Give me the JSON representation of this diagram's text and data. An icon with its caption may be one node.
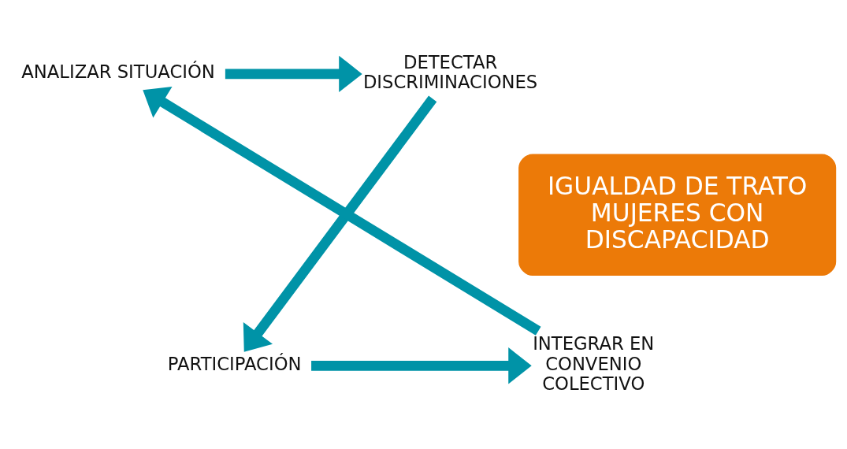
{
  "diagram": {
    "nodes": [
      {
        "text": [
          "IGUALDAD DE TRATO MUJERES CON DISCAPACIDAD"
        ]
      },
      {
        "text": [
          "ANALIZAR SITUACIÓN"
        ]
      },
      {
        "text": [
          "DETECTAR DISCRIMINACIONES"
        ]
      },
      {
        "text": [
          "PARTICIPACIÓN"
        ]
      },
      {
        "text": [
          "INTEGRAR EN CONVENIO COLECTIVO"
        ]
      }
    ],
    "edges": [
      {
        "from": 1,
        "to": 2,
        "arrow": "to"
      },
      {
        "from": 2,
        "to": 3,
        "arrow": "to"
      },
      {
        "from": 3,
        "to": 4,
        "arrow": "to"
      },
      {
        "from": 4,
        "to": 1,
        "arrow": "to"
      }
    ]
  }
}
